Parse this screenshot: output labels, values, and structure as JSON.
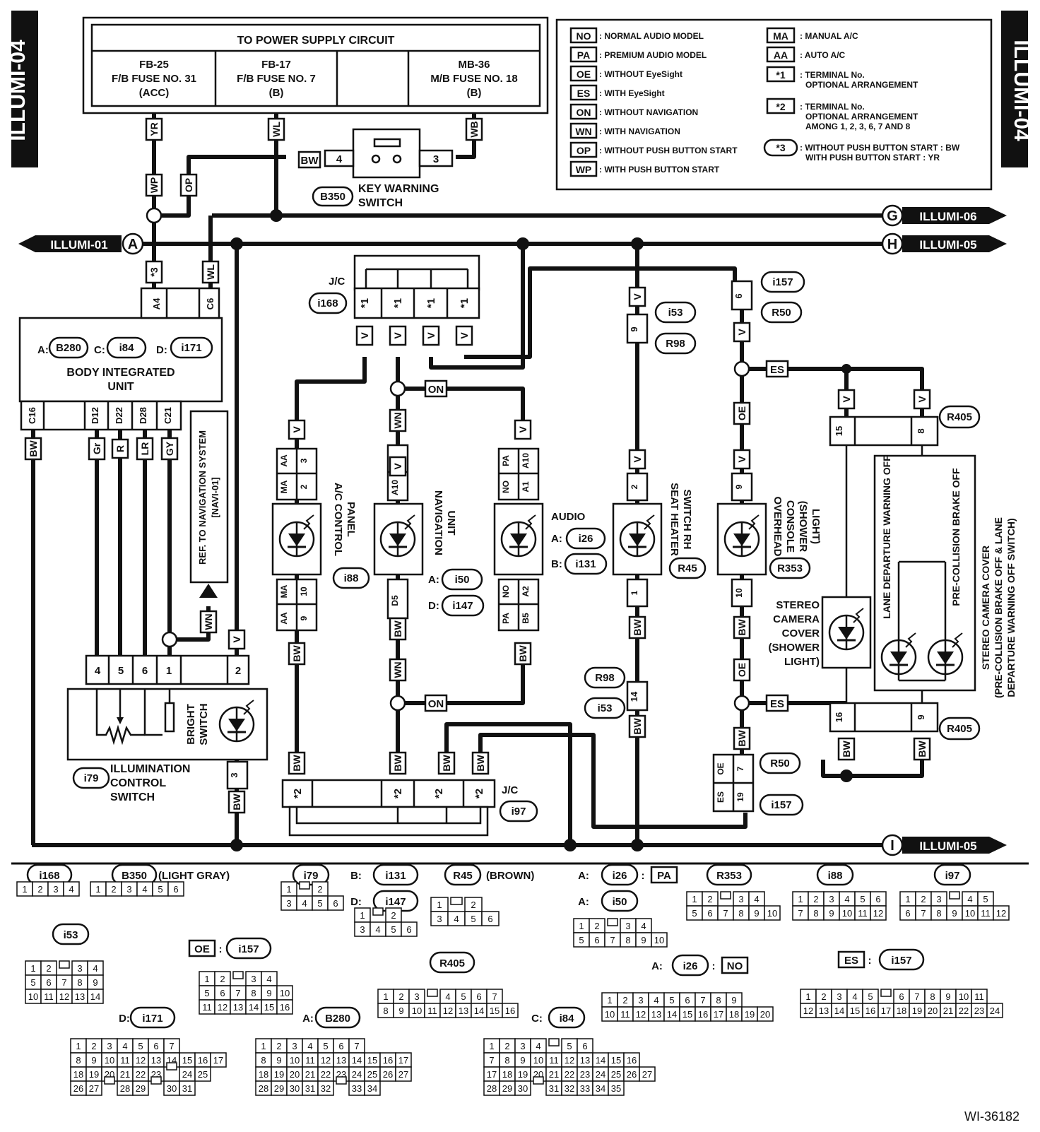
{
  "page_label": "ILLUMI-04",
  "figure_id": "WI-36182",
  "power_supply": {
    "title": "TO POWER SUPPLY CIRCUIT",
    "cells": [
      [
        "FB-25",
        "F/B FUSE NO. 31",
        "(ACC)"
      ],
      [
        "FB-17",
        "F/B FUSE NO. 7",
        "(B)"
      ],
      [
        "",
        "",
        ""
      ],
      [
        "MB-36",
        "M/B FUSE NO. 18",
        "(B)"
      ]
    ]
  },
  "legend": [
    {
      "code": "NO",
      "text": ": NORMAL AUDIO MODEL"
    },
    {
      "code": "PA",
      "text": ": PREMIUM AUDIO MODEL"
    },
    {
      "code": "OE",
      "text": ": WITHOUT EyeSight"
    },
    {
      "code": "ES",
      "text": ": WITH EyeSight"
    },
    {
      "code": "ON",
      "text": ": WITHOUT NAVIGATION"
    },
    {
      "code": "WN",
      "text": ": WITH NAVIGATION"
    },
    {
      "code": "OP",
      "text": ": WITHOUT PUSH BUTTON START"
    },
    {
      "code": "WP",
      "text": ": WITH PUSH BUTTON START"
    }
  ],
  "legend2": [
    {
      "code": "MA",
      "lines": [
        ": MANUAL A/C"
      ]
    },
    {
      "code": "AA",
      "lines": [
        ": AUTO A/C"
      ]
    },
    {
      "code": "*1",
      "lines": [
        ": TERMINAL No.",
        "OPTIONAL ARRANGEMENT"
      ]
    },
    {
      "code": "*2",
      "lines": [
        ": TERMINAL No.",
        "OPTIONAL ARRANGEMENT",
        "AMONG 1, 2, 3, 6, 7 AND 8"
      ]
    },
    {
      "code": "*3",
      "lines": [
        ": WITHOUT PUSH BUTTON START  : BW",
        "WITH PUSH BUTTON START  : YR"
      ]
    }
  ],
  "offpage": {
    "g": {
      "letter": "G",
      "label": "ILLUMI-06"
    },
    "h": {
      "letter": "H",
      "label": "ILLUMI-05"
    },
    "a": {
      "letter": "A",
      "label": "ILLUMI-01"
    },
    "i": {
      "letter": "I",
      "label": "ILLUMI-05"
    }
  },
  "wire_colors": {
    "yr": "YR",
    "wp": "WP",
    "op": "OP",
    "wl": "WL",
    "wb": "WB",
    "bw": "BW",
    "star3": "*3",
    "v": "V",
    "wn": "WN",
    "gr": "Gr",
    "r": "R",
    "lr": "LR",
    "gy": "GY",
    "on": "ON",
    "es": "ES",
    "oe": "OE",
    "star1": "*1",
    "star2": "*2"
  },
  "components": {
    "key_warning": {
      "conn": "B350",
      "line1": "KEY WARNING",
      "line2": "SWITCH",
      "pin_a": "4",
      "pin_b": "3"
    },
    "biu": {
      "title1": "BODY INTEGRATED",
      "title2": "UNIT",
      "prefix_a": "A:",
      "conn_a": "B280",
      "prefix_c": "C:",
      "conn_c": "i84",
      "prefix_d": "D:",
      "conn_d": "i171",
      "pin_a4": "A4",
      "pin_c6": "C6",
      "pins": [
        "C16",
        "D12",
        "D22",
        "D28",
        "C21"
      ]
    },
    "nav_ref": {
      "line1": "REF. TO NAVIGATION SYSTEM",
      "line2": "[NAVI-01]"
    },
    "jc_top": {
      "label": "J/C",
      "conn": "i168"
    },
    "jc_bottom": {
      "label": "J/C",
      "conn": "i97"
    },
    "ac_panel": {
      "line1": "A/C CONTROL",
      "line2": "PANEL",
      "conn": "i88",
      "top_pins": [
        "MA",
        "AA",
        "2",
        "3"
      ],
      "bot_pins": [
        "MA",
        "AA",
        "10",
        "9"
      ]
    },
    "navigation": {
      "line1": "NAVIGATION",
      "line2": "UNIT",
      "prefix_a": "A:",
      "conn_a": "i50",
      "prefix_d": "D:",
      "conn_d": "i147",
      "top_pin": "A10",
      "bot_pin": "D5"
    },
    "audio": {
      "label": "AUDIO",
      "prefix_a": "A:",
      "conn_a": "i26",
      "prefix_b": "B:",
      "conn_b": "i131",
      "top_pins": [
        "NO",
        "PA",
        "A1",
        "A10"
      ],
      "bot_pins": [
        "NO",
        "PA",
        "A2",
        "B5"
      ]
    },
    "seat_heater": {
      "line1": "SEAT HEATER",
      "line2": "SWITCH RH",
      "conn": "R45",
      "top_pin": "2",
      "bot_pin": "1"
    },
    "overhead": {
      "line1": "OVERHEAD",
      "line2": "CONSOLE",
      "line3": "(SHOWER",
      "line4": "LIGHT)",
      "conn": "R353",
      "top_pin": "9",
      "bot_pin": "10"
    },
    "stereo_light": {
      "lines": [
        "STEREO",
        "CAMERA",
        "COVER",
        "(SHOWER",
        "LIGHT)"
      ]
    },
    "stereo_cover": {
      "line1": "STEREO CAMERA COVER",
      "line2": "(PRE-COLLISION BRAKE OFF & LANE",
      "line3": "DEPARTURE WARNING OFF SWITCH)",
      "lane": "LANE DEPARTURE WARNING OFF",
      "pre": "PRE-COLLISION BRAKE OFF",
      "conn": "R405",
      "top_pins": [
        "15",
        "8"
      ],
      "bot_pins": [
        "16",
        "9"
      ]
    },
    "illum_switch": {
      "line1": "ILLUMINATION",
      "line2": "CONTROL",
      "line3": "SWITCH",
      "conn": "i79",
      "bright1": "BRIGHT",
      "bright2": "SWITCH",
      "pins": [
        "4",
        "5",
        "6",
        "1",
        "2"
      ],
      "pin3": "3"
    },
    "i53_pin": "9",
    "i53_conn": "i53",
    "r98_conn": "R98",
    "i157_pin": "6",
    "i157_conn": "i157",
    "r50_conn": "R50",
    "r98_pin": "14",
    "r50_pins": [
      "OE",
      "7"
    ],
    "i157_bot_pins": [
      "ES",
      "19"
    ]
  },
  "connector_views": [
    {
      "id": "i168",
      "note": "",
      "rows": [
        [
          "1",
          "2",
          "3",
          "4"
        ]
      ]
    },
    {
      "id": "B350",
      "note": "(LIGHT GRAY)",
      "rows": [
        [
          "1",
          "2",
          "3",
          "4",
          "5",
          "6"
        ]
      ]
    },
    {
      "id": "i79",
      "note": "",
      "rows": [
        [
          "1",
          "",
          "2"
        ],
        [
          "3",
          "4",
          "5",
          "6"
        ]
      ]
    },
    {
      "id": "i131",
      "prefix": "B:",
      "note": "",
      "rows": []
    },
    {
      "id": "i147",
      "prefix": "D:",
      "note": "",
      "rows": [
        [
          "1",
          "",
          "2"
        ],
        [
          "3",
          "4",
          "5",
          "6"
        ]
      ]
    },
    {
      "id": "R45",
      "note": "(BROWN)",
      "rows": [
        [
          "1",
          "",
          "2"
        ],
        [
          "3",
          "4",
          "5",
          "6"
        ]
      ]
    },
    {
      "id": "i26",
      "prefix": "A:",
      "badge": "PA",
      "note": "",
      "rows": []
    },
    {
      "id": "i50",
      "prefix": "A:",
      "note": "",
      "rows": [
        [
          "1",
          "2",
          "",
          "3",
          "4"
        ],
        [
          "5",
          "6",
          "7",
          "8",
          "9",
          "10"
        ]
      ]
    },
    {
      "id": "R353",
      "note": "",
      "rows": [
        [
          "1",
          "2",
          "",
          "3",
          "4"
        ],
        [
          "5",
          "6",
          "7",
          "8",
          "9",
          "10"
        ]
      ]
    },
    {
      "id": "i88",
      "note": "",
      "rows": [
        [
          "1",
          "2",
          "3",
          "4",
          "5",
          "6"
        ],
        [
          "7",
          "8",
          "9",
          "10",
          "11",
          "12"
        ]
      ]
    },
    {
      "id": "i97",
      "note": "",
      "rows": [
        [
          "1",
          "2",
          "3",
          "",
          "4",
          "5"
        ],
        [
          "6",
          "7",
          "8",
          "9",
          "10",
          "11",
          "12"
        ]
      ]
    },
    {
      "id": "i53",
      "note": "",
      "rows": [
        [
          "1",
          "2",
          "",
          "3",
          "4"
        ],
        [
          "5",
          "6",
          "7",
          "8",
          "9"
        ],
        [
          "10",
          "11",
          "12",
          "13",
          "14"
        ]
      ]
    },
    {
      "id": "i157",
      "prefix": "OE",
      "note": "",
      "rows": [
        [
          "1",
          "2",
          "",
          "3",
          "4"
        ],
        [
          "5",
          "6",
          "7",
          "8",
          "9",
          "10"
        ],
        [
          "11",
          "12",
          "13",
          "14",
          "15",
          "16"
        ]
      ]
    },
    {
      "id": "R405",
      "note": "",
      "rows": [
        [
          "1",
          "2",
          "3",
          "",
          "4",
          "5",
          "6",
          "7"
        ],
        [
          "8",
          "9",
          "10",
          "11",
          "12",
          "13",
          "14",
          "15",
          "16"
        ]
      ]
    },
    {
      "id": "i26",
      "prefix": "A:",
      "badge": "NO",
      "note": "",
      "rows": [
        [
          "1",
          "2",
          "3",
          "4",
          "5",
          "6",
          "7",
          "8",
          "9"
        ],
        [
          "10",
          "11",
          "12",
          "13",
          "14",
          "15",
          "16",
          "17",
          "18",
          "19",
          "20"
        ]
      ]
    },
    {
      "id": "i157",
      "prefix": "ES",
      "note": "",
      "rows": [
        [
          "1",
          "2",
          "3",
          "4",
          "5",
          "",
          "6",
          "7",
          "8",
          "9",
          "10",
          "11"
        ],
        [
          "12",
          "13",
          "14",
          "15",
          "16",
          "17",
          "18",
          "19",
          "20",
          "21",
          "22",
          "23",
          "24"
        ]
      ]
    },
    {
      "id": "i171",
      "prefix": "D:",
      "note": "",
      "rows": [
        [
          "1",
          "2",
          "3",
          "4",
          "5",
          "6",
          "7"
        ],
        [
          "8",
          "9",
          "10",
          "11",
          "12",
          "13",
          "14",
          "15",
          "16",
          "17"
        ],
        [
          "18",
          "19",
          "20",
          "21",
          "22",
          "23",
          "",
          "24",
          "25"
        ],
        [
          "26",
          "27",
          "",
          "28",
          "29",
          "",
          "30",
          "31"
        ]
      ]
    },
    {
      "id": "B280",
      "prefix": "A:",
      "note": "",
      "rows": [
        [
          "1",
          "2",
          "3",
          "4",
          "5",
          "6",
          "7"
        ],
        [
          "8",
          "9",
          "10",
          "11",
          "12",
          "13",
          "14",
          "15",
          "16",
          "17"
        ],
        [
          "18",
          "19",
          "20",
          "21",
          "22",
          "23",
          "24",
          "25",
          "26",
          "27"
        ],
        [
          "28",
          "29",
          "30",
          "31",
          "32",
          "",
          "33",
          "34"
        ]
      ]
    },
    {
      "id": "i84",
      "prefix": "C:",
      "note": "",
      "rows": [
        [
          "1",
          "2",
          "3",
          "4",
          "",
          "5",
          "6"
        ],
        [
          "7",
          "8",
          "9",
          "10",
          "11",
          "12",
          "13",
          "14",
          "15",
          "16"
        ],
        [
          "17",
          "18",
          "19",
          "20",
          "21",
          "22",
          "23",
          "24",
          "25",
          "26",
          "27"
        ],
        [
          "28",
          "29",
          "30",
          "",
          "31",
          "32",
          "33",
          "34",
          "35"
        ]
      ]
    }
  ]
}
